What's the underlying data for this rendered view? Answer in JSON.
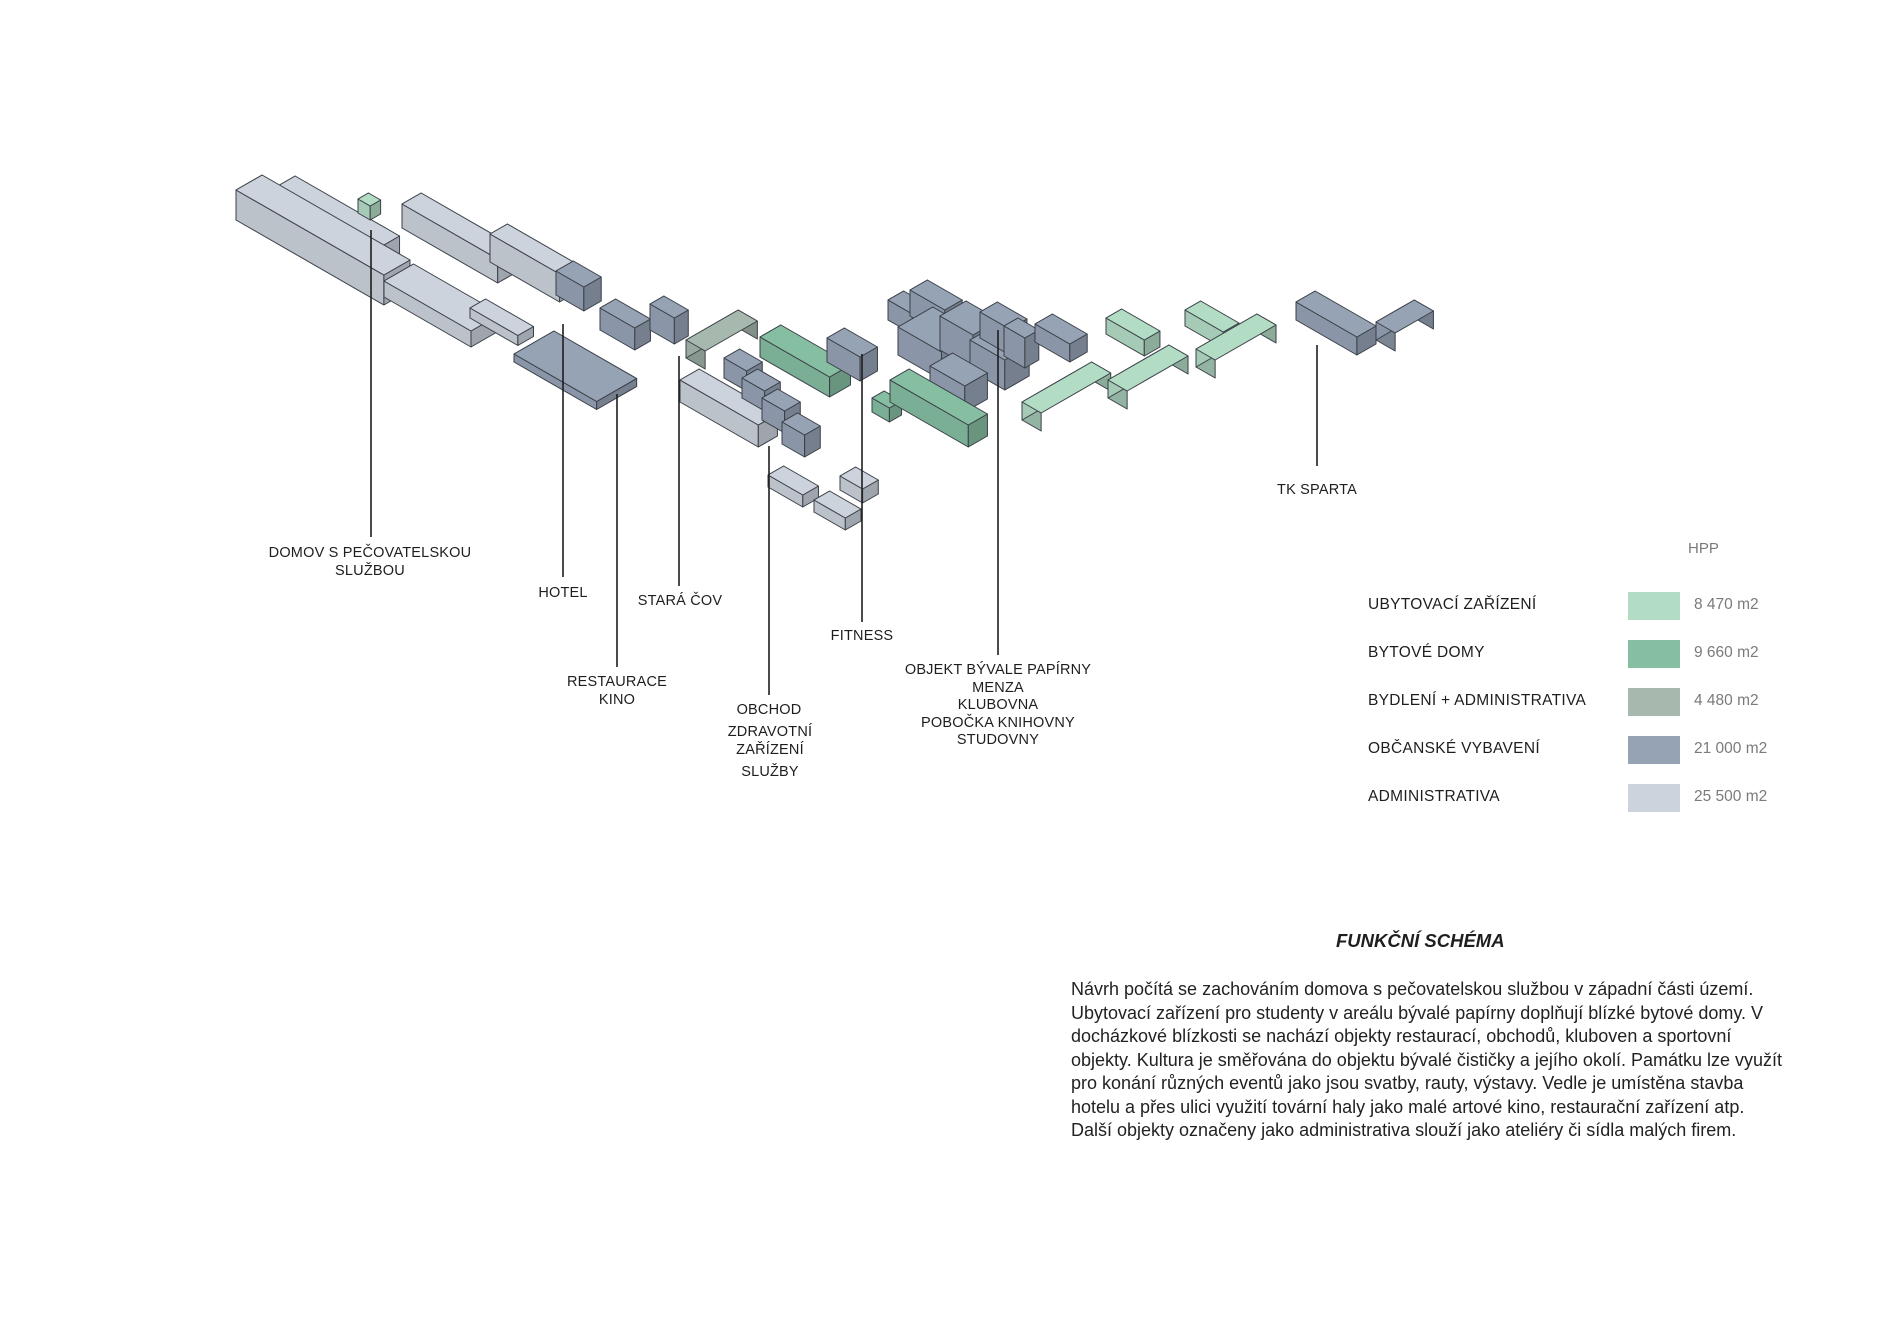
{
  "labels": {
    "domov_line1": "DOMOV S PEČOVATELSKOU",
    "domov_line2": "SLUŽBOU",
    "hotel": "HOTEL",
    "restaurace_line1": "RESTAURACE",
    "restaurace_line2": "KINO",
    "stara_cov": "STARÁ ČOV",
    "obchod": "OBCHOD",
    "zdravotni_line1": "ZDRAVOTNÍ",
    "zdravotni_line2": "ZAŘÍZENÍ",
    "sluzby": "SLUŽBY",
    "fitness": "FITNESS",
    "papirna_line1": "OBJEKT BÝVALE PAPÍRNY",
    "papirna_line2": "MENZA",
    "papirna_line3": "KLUBOVNA",
    "papirna_line4": "POBOČKA KNIHOVNY",
    "papirna_line5": "STUDOVNY",
    "tk_sparta": "TK SPARTA"
  },
  "legend": {
    "header": "HPP",
    "items": [
      {
        "label": "UBYTOVACÍ ZAŘÍZENÍ",
        "value": "8 470 m2",
        "color": "#b3dcc5"
      },
      {
        "label": "BYTOVÉ DOMY",
        "value": "9 660 m2",
        "color": "#86bea2"
      },
      {
        "label": "BYDLENÍ + ADMINISTRATIVA",
        "value": "4 480 m2",
        "color": "#a7b9ae"
      },
      {
        "label": "OBČANSKÉ VYBAVENÍ",
        "value": "21 000 m2",
        "color": "#96a3b5"
      },
      {
        "label": "ADMINISTRATIVA",
        "value": "25 500 m2",
        "color": "#ccd3dc"
      }
    ]
  },
  "description": {
    "title": "FUNKČNÍ SCHÉMA",
    "paragraph1": "Návrh počítá se zachováním domova s pečovatelskou službou v západní části území. Ubytovací zařízení pro studenty v areálu bývalé papírny doplňují blízké bytové domy. V docházkové blízkosti se nachází objekty restaurací, obchodů, kluboven a sportovní objekty. Kultura je směřována do objektu bývalé čističky a jejího okolí. Památku lze využít pro konání různých eventů jako jsou svatby, rauty, výstavy. Vedle je umístěna stavba hotelu a přes ulici využití tovární haly jako malé artové kino, restaurační zařízení atp.",
    "paragraph2": "Další objekty označeny jako administrativa slouží jako ateliéry či sídla malých firem."
  }
}
